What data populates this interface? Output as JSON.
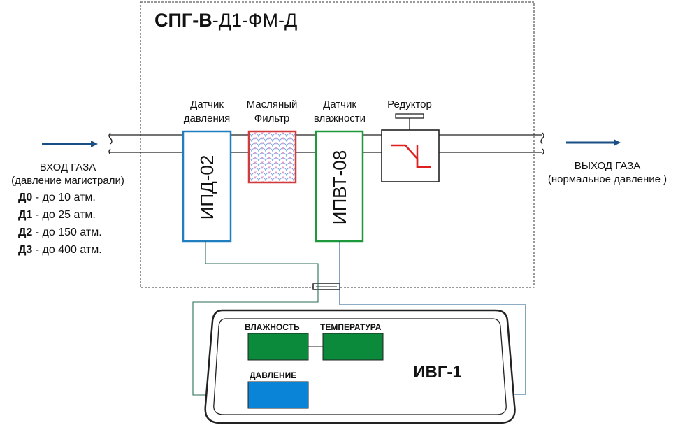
{
  "title": {
    "bold": "СПГ-В",
    "rest": "-Д1-ФМ-Д"
  },
  "inlet": {
    "label": "ВХОД ГАЗА",
    "sublabel": "(давление магистрали)",
    "ranges": [
      {
        "code": "Д0",
        "text": " - до 10 атм."
      },
      {
        "code": "Д1",
        "text": " - до 25 атм."
      },
      {
        "code": "Д2",
        "text": " - до 150 атм."
      },
      {
        "code": "Д3",
        "text": " - до 400 атм."
      }
    ]
  },
  "outlet": {
    "label": "ВЫХОД ГАЗА",
    "sublabel": "(нормальное давление )"
  },
  "components": {
    "pressure_sensor": {
      "label_line1": "Датчик",
      "label_line2": "давления",
      "model": "ИПД-02",
      "color": "#1f7fbf"
    },
    "oil_filter": {
      "label_line1": "Масляный",
      "label_line2": "Фильтр",
      "color": "#d23b3b"
    },
    "humidity_sensor": {
      "label_line1": "Датчик",
      "label_line2": "влажности",
      "model": "ИПВТ-08",
      "color": "#1e9a3c"
    },
    "reducer": {
      "label": "Редуктор",
      "color": "#e02020"
    }
  },
  "instrument": {
    "name": "ИВГ-1",
    "humidity_label": "ВЛАЖНОСТЬ",
    "temperature_label": "ТЕМПЕРАТУРА",
    "pressure_label": "ДАВЛЕНИЕ",
    "display_green": "#0b8a3c",
    "display_blue": "#0a84d6"
  },
  "colors": {
    "line": "#222222",
    "arrow": "#1a4f86",
    "cable_green": "#2a6e56",
    "cable_blue": "#1c5a8a"
  }
}
